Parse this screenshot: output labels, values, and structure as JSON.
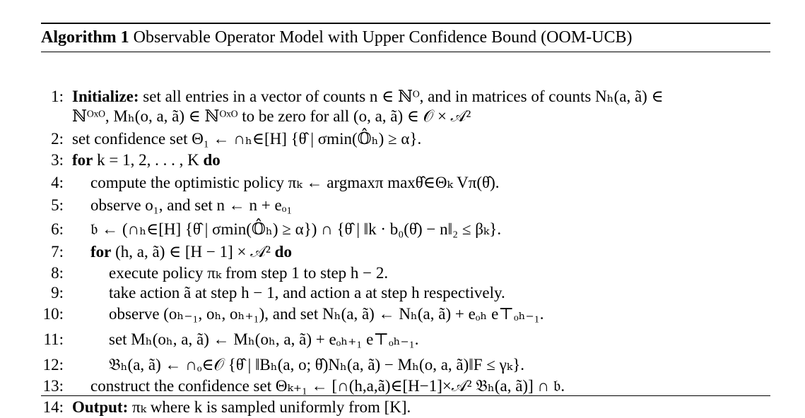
{
  "algorithm": {
    "label": "Algorithm 1",
    "title": "Observable Operator Model with Upper Confidence Bound (OOM-UCB)"
  },
  "lines": [
    {
      "num": "1:",
      "text": "Initialize: set all entries in a vector of counts n ∈ ℕᴼ, and in matrices of counts Nₕ(a, ã) ∈"
    },
    {
      "num": "",
      "text": "ℕᴼˣᴼ, Mₕ(o, a, ã) ∈ ℕᴼˣᴼ to be zero for all (o, a, ã) ∈ 𝒪 × 𝒜²"
    },
    {
      "num": "2:",
      "text": "set confidence set Θ₁ ← ∩ₕ∈[H] {θ̂ | σmin(𝕆̂ₕ) ≥ α}."
    },
    {
      "num": "3:",
      "text": "for k = 1, 2, . . . , K do"
    },
    {
      "num": "4:",
      "text": "compute the optimistic policy πₖ ← argmaxπ maxθ̂∈Θₖ Vπ(θ̂)."
    },
    {
      "num": "5:",
      "text": "observe o₁, and set n ← n + eₒ₁"
    },
    {
      "num": "6:",
      "text": "𝔟 ← (∩ₕ∈[H] {θ̂ | σmin(𝕆̂ₕ) ≥ α}) ∩ {θ̂ | ‖k · b₀(θ̂) − n‖₂ ≤ βₖ}."
    },
    {
      "num": "7:",
      "text": "for (h, a, ã) ∈ [H − 1] × 𝒜² do"
    },
    {
      "num": "8:",
      "text": "execute policy πₖ from step 1 to step h − 2."
    },
    {
      "num": "9:",
      "text": "take action ã at step h − 1, and action a at step h respectively."
    },
    {
      "num": "10:",
      "text": "observe (oₕ₋₁, oₕ, oₕ₊₁), and set Nₕ(a, ã) ← Nₕ(a, ã) + eₒₕ e⊤ₒₕ₋₁."
    },
    {
      "num": "11:",
      "text": "set Mₕ(oₕ, a, ã) ← Mₕ(oₕ, a, ã) + eₒₕ₊₁ e⊤ₒₕ₋₁."
    },
    {
      "num": "12:",
      "text": "𝔅ₕ(a, ã) ← ∩ₒ∈𝒪 {θ̂ | ‖Bₕ(a, o; θ̂)Nₕ(a, ã) − Mₕ(o, a, ã)‖F ≤ γₖ}."
    },
    {
      "num": "13:",
      "text": "construct the confidence set Θₖ₊₁ ← [∩(h,a,ã)∈[H−1]×𝒜² 𝔅ₕ(a, ã)] ∩ 𝔟."
    },
    {
      "num": "14:",
      "text": "Output: πₖ where k is sampled uniformly from [K]."
    }
  ]
}
